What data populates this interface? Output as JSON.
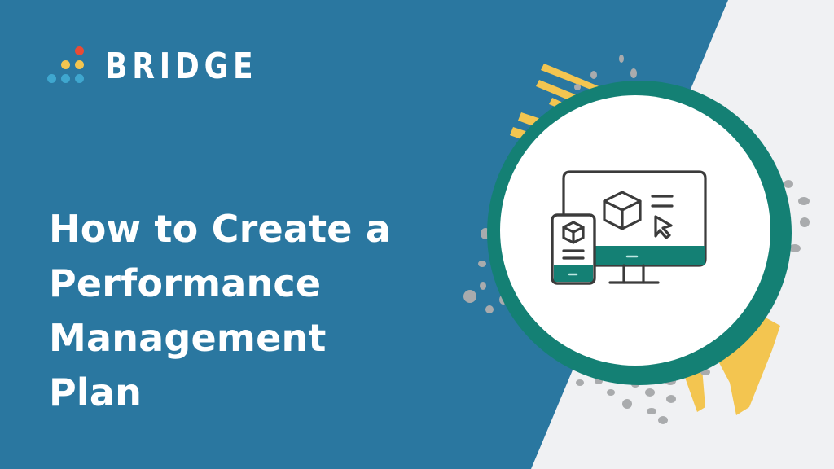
{
  "brand": {
    "name": "BRIDGE",
    "logo_dot_colors": {
      "top": "#e94b35",
      "middle": "#f3c550",
      "bottom": "#3fa7cf"
    }
  },
  "headline": {
    "lines": [
      "How to Create a",
      "Performance",
      "Management",
      "Plan"
    ]
  },
  "illustration": {
    "icon": "devices-monitor-phone-icon",
    "ring_color": "#148074",
    "splash_color": "#f3c550",
    "dot_color": "#a9abad"
  },
  "colors": {
    "panel_blue": "#2a77a0",
    "background_light": "#f0f1f3",
    "icon_stroke": "#3b3b3b",
    "accent_teal": "#148074"
  }
}
